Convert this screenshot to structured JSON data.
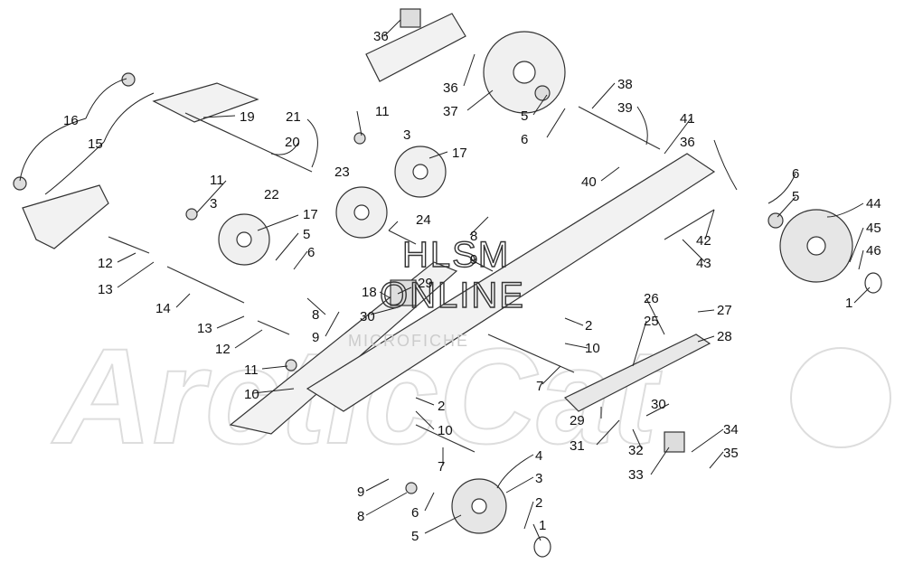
{
  "watermark": {
    "line1": "HLSM",
    "line2": "ONLINE",
    "line3": "MICROFICHE",
    "logo": "ArcticCat"
  },
  "callouts": {
    "c1a": "1",
    "c1b": "1",
    "c2a": "2",
    "c2b": "2",
    "c2c": "2",
    "c3a": "3",
    "c3b": "3",
    "c3c": "3",
    "c4": "4",
    "c5a": "5",
    "c5b": "5",
    "c5c": "5",
    "c5d": "5",
    "c6a": "6",
    "c6b": "6",
    "c6c": "6",
    "c6d": "6",
    "c7a": "7",
    "c7b": "7",
    "c8a": "8",
    "c8b": "8",
    "c8c": "8",
    "c9a": "9",
    "c9b": "9",
    "c9c": "9",
    "c10a": "10",
    "c10b": "10",
    "c10c": "10",
    "c11a": "11",
    "c11b": "11",
    "c11c": "11",
    "c12a": "12",
    "c12b": "12",
    "c13a": "13",
    "c13b": "13",
    "c14": "14",
    "c15": "15",
    "c16": "16",
    "c17a": "17",
    "c17b": "17",
    "c18": "18",
    "c19": "19",
    "c20": "20",
    "c21": "21",
    "c22": "22",
    "c23": "23",
    "c24": "24",
    "c25": "25",
    "c26": "26",
    "c27": "27",
    "c28": "28",
    "c29a": "29",
    "c29b": "29",
    "c30a": "30",
    "c30b": "30",
    "c31": "31",
    "c32": "32",
    "c33": "33",
    "c34": "34",
    "c35": "35",
    "c36a": "36",
    "c36b": "36",
    "c36c": "36",
    "c37": "37",
    "c38": "38",
    "c39": "39",
    "c40": "40",
    "c41": "41",
    "c42": "42",
    "c43": "43",
    "c44": "44",
    "c45": "45",
    "c46": "46"
  }
}
